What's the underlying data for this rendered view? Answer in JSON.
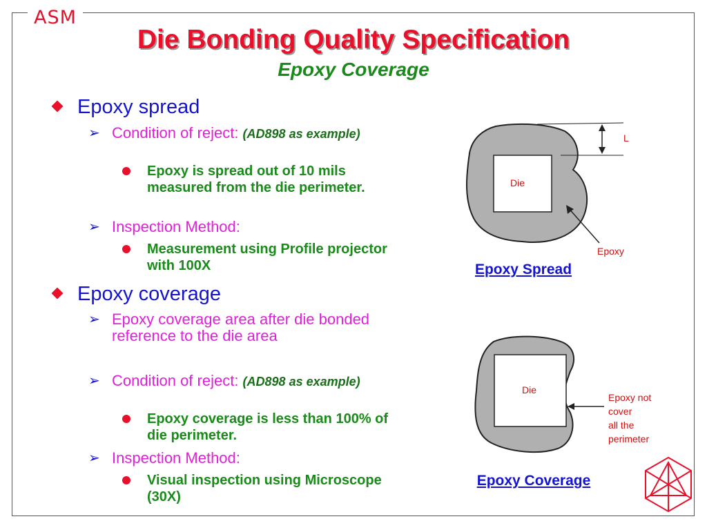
{
  "logo": {
    "text": "ASM"
  },
  "title": "Die Bonding Quality Specification",
  "subtitle": "Epoxy Coverage",
  "sections": [
    {
      "heading": "Epoxy spread",
      "items": [
        {
          "text": "Condition of reject: ",
          "note": "(AD898 as example)",
          "subitems": [
            "Epoxy is spread out of 10 mils measured from the die perimeter."
          ]
        },
        {
          "text": "Inspection Method:",
          "note": "",
          "subitems": [
            "Measurement using Profile projector with 100X"
          ]
        }
      ]
    },
    {
      "heading": "Epoxy coverage",
      "items": [
        {
          "text": "Epoxy coverage area after die bonded reference to the die area",
          "note": "",
          "subitems": []
        },
        {
          "text": "Condition of reject: ",
          "note": "(AD898 as example)",
          "subitems": [
            "Epoxy coverage is less than 100% of die perimeter."
          ]
        },
        {
          "text": "Inspection Method:",
          "note": "",
          "subitems": [
            "Visual inspection using Microscope (30X)"
          ]
        }
      ]
    }
  ],
  "diagram_spread": {
    "die_label": "Die",
    "l_label": "L",
    "epoxy_label": "Epoxy",
    "caption": "Epoxy Spread"
  },
  "diagram_coverage": {
    "die_label": "Die",
    "note_lines": [
      "Epoxy not",
      "cover",
      "all the",
      "perimeter"
    ],
    "caption": "Epoxy Coverage"
  },
  "colors": {
    "title_red": "#e8102a",
    "heading_blue": "#1414d0",
    "item_magenta": "#e020d8",
    "sub_green": "#1a8a1a",
    "epoxy_gray": "#b0b0b0"
  }
}
